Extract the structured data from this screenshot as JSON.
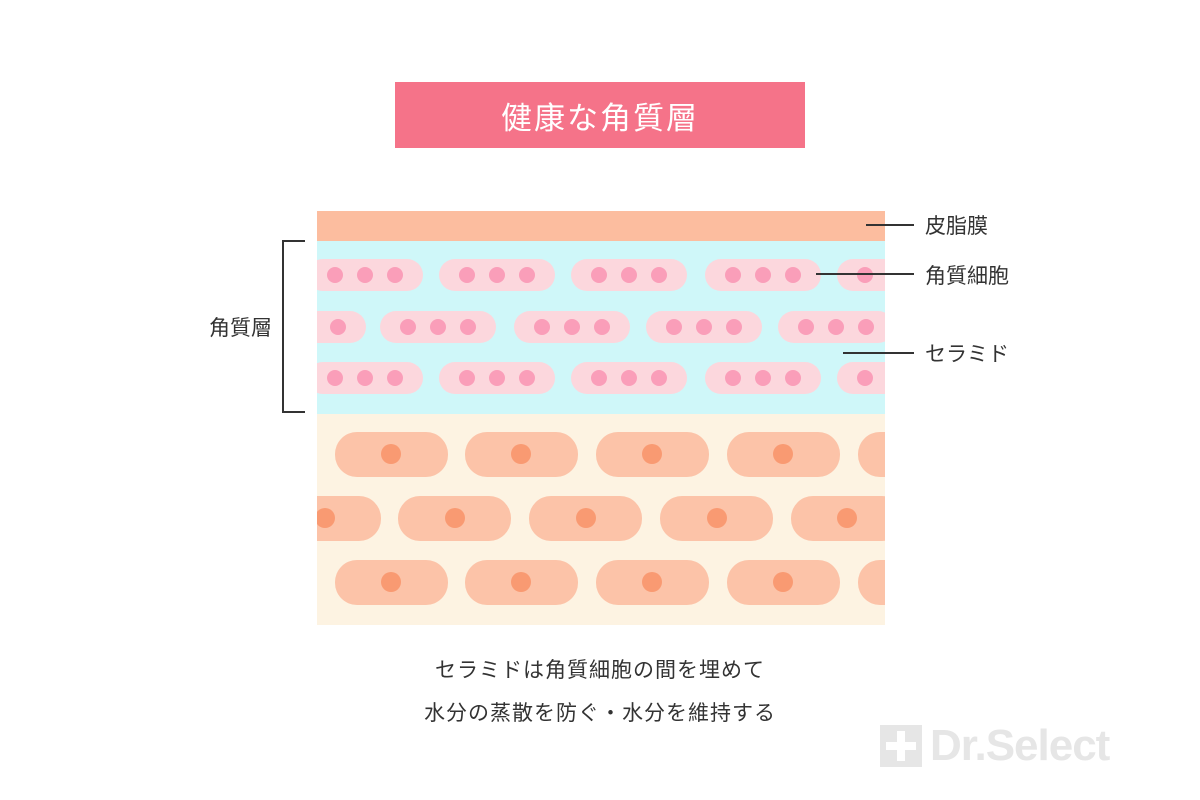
{
  "title": "健康な角質層",
  "labels": {
    "sebum": "皮脂膜",
    "corneocyte": "角質細胞",
    "ceramide": "セラミド",
    "stratum_corneum": "角質層"
  },
  "caption": {
    "line1": "セラミドは角質細胞の間を埋めて",
    "line2": "水分の蒸散を防ぐ・水分を維持する"
  },
  "logo": {
    "text": "Dr.Select"
  },
  "colors": {
    "banner": "#f57389",
    "sebum_layer": "#fcbd9f",
    "ceramide_layer": "#cff7f9",
    "corneocyte_cell": "#fcd7dd",
    "corneocyte_dot": "#fa9eb9",
    "lower_layer": "#fdf3e2",
    "lower_cell": "#fcc3a8",
    "lower_dot": "#f99a72",
    "leader_line": "#333333",
    "logo": "#e6e6e6"
  }
}
